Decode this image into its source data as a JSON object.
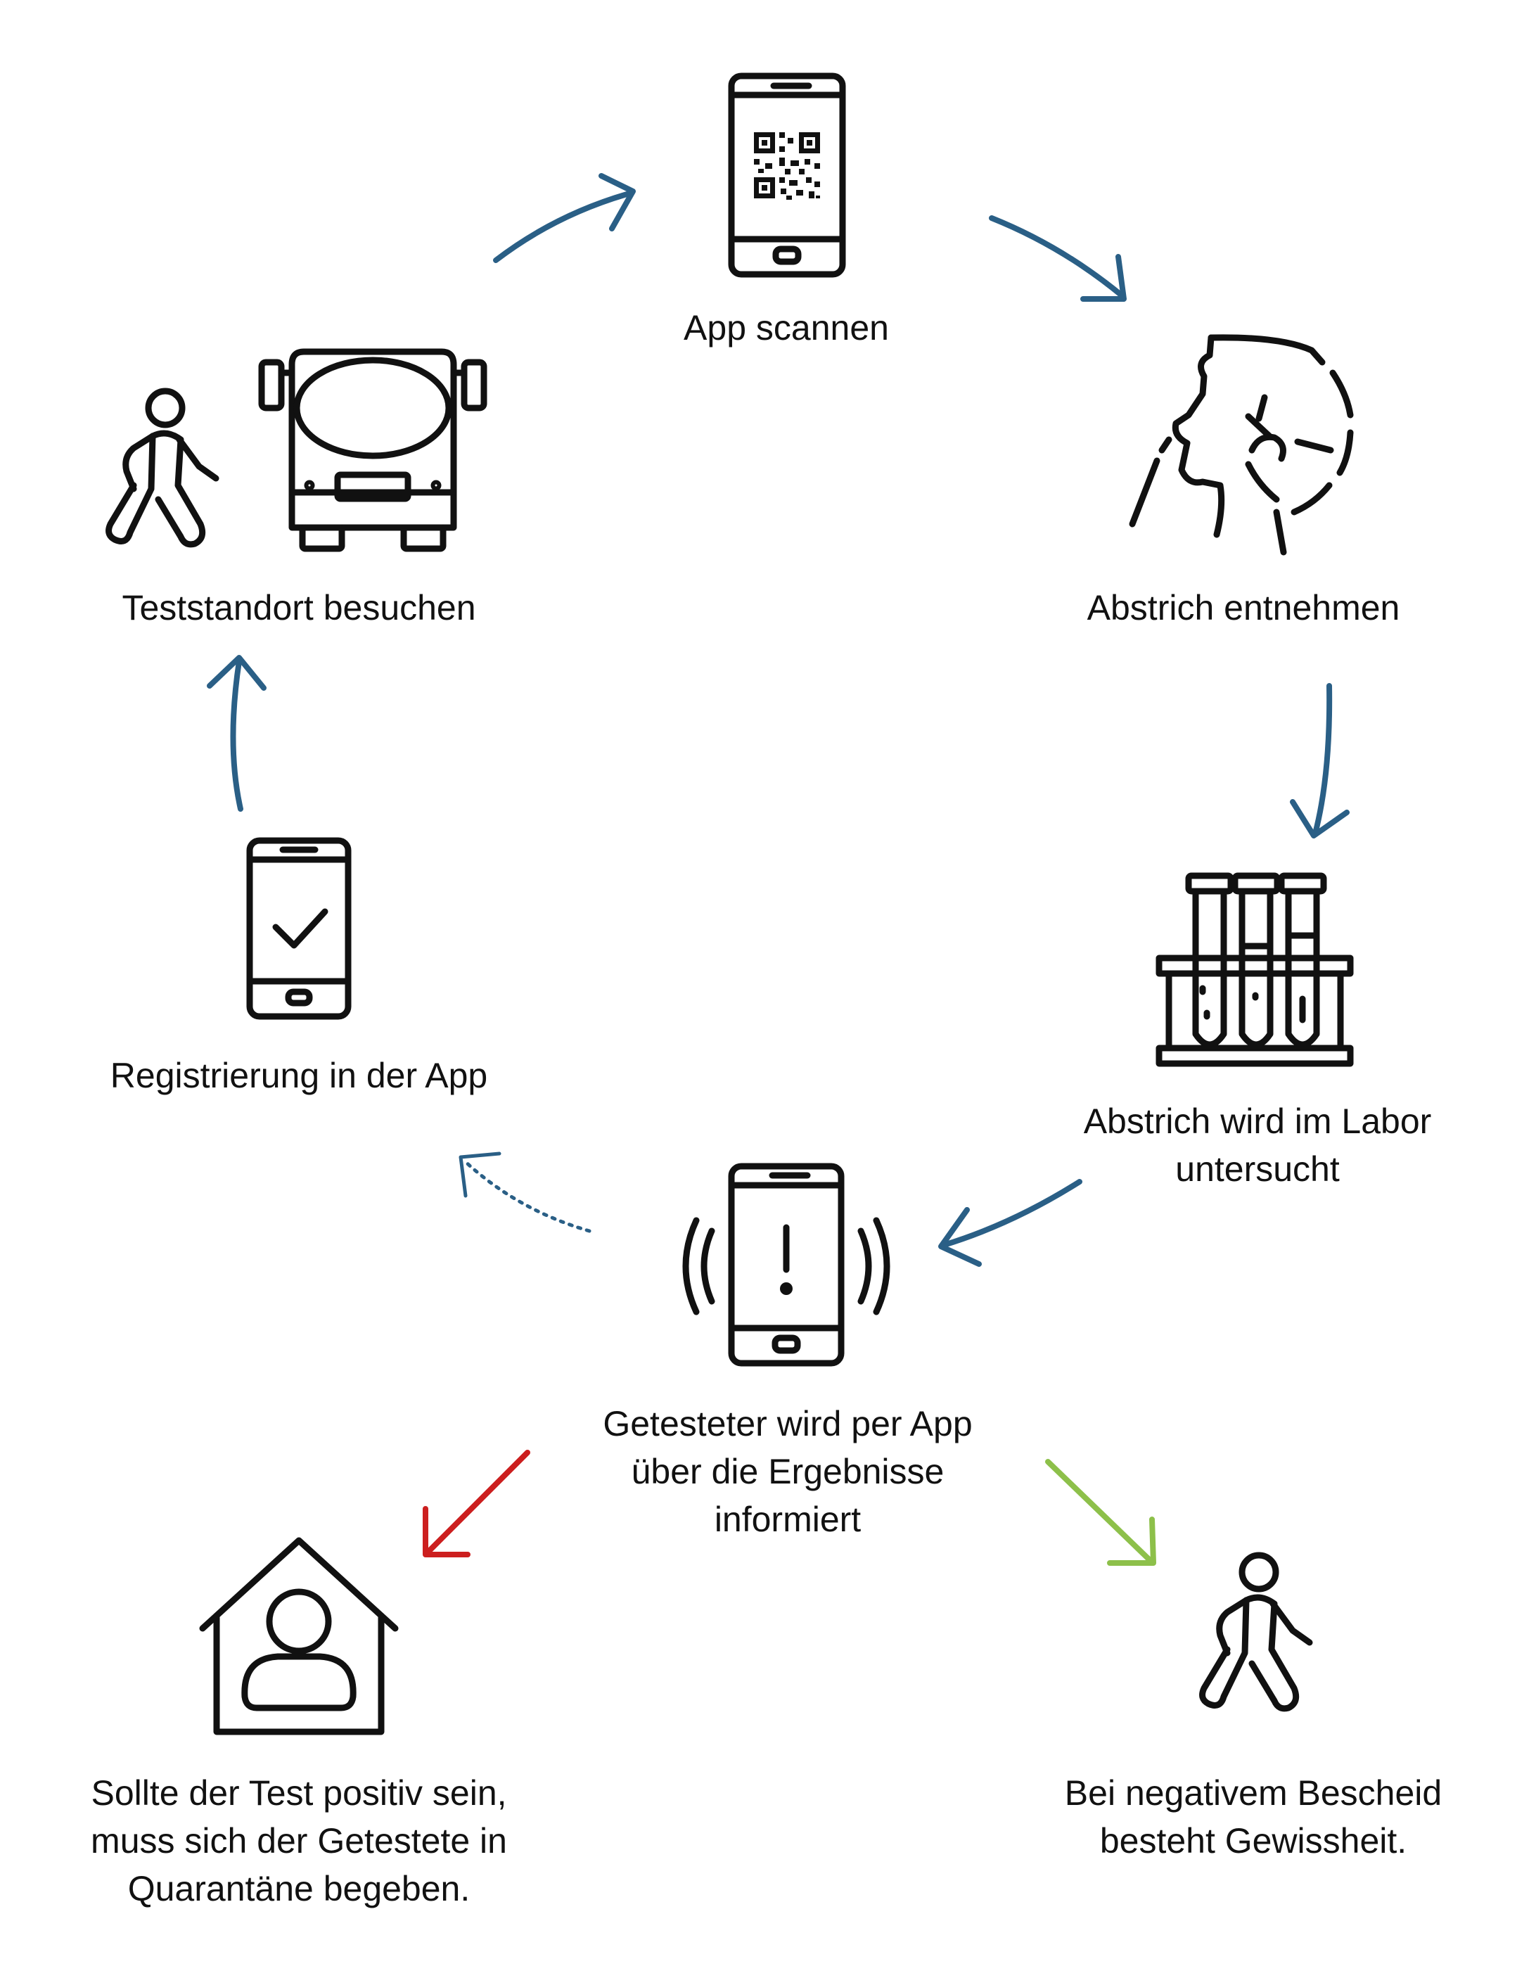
{
  "steps": {
    "scan_app": {
      "label": "App scannen",
      "icon": "qr-code-phone-icon"
    },
    "take_swab": {
      "label": "Abstrich entnehmen",
      "icon": "nasal-swab-icon"
    },
    "lab": {
      "label_lines": [
        "Abstrich wird im Labor",
        "untersucht"
      ],
      "icon": "test-tubes-icon"
    },
    "notify": {
      "label_lines": [
        "Getesteter wird per App",
        "über die Ergebnisse",
        "informiert"
      ],
      "icon": "phone-alert-icon"
    },
    "positive": {
      "label_lines": [
        "Sollte der Test positiv sein,",
        "muss sich der Getestete in",
        "Quarantäne begeben."
      ],
      "icon": "home-quarantine-icon"
    },
    "negative": {
      "label_lines": [
        "Bei negativem Bescheid",
        "besteht Gewissheit."
      ],
      "icon": "walking-person-icon"
    },
    "register": {
      "label": "Registrierung in der App",
      "icon": "phone-check-icon"
    },
    "visit_site": {
      "label": "Teststandort besuchen",
      "icons": [
        "walking-person-icon",
        "bus-icon"
      ]
    }
  },
  "colors": {
    "flow_arrow": "#2a5f86",
    "positive_arrow": "#cc1f1f",
    "negative_arrow": "#8dc04a",
    "icon_stroke": "#111111"
  }
}
